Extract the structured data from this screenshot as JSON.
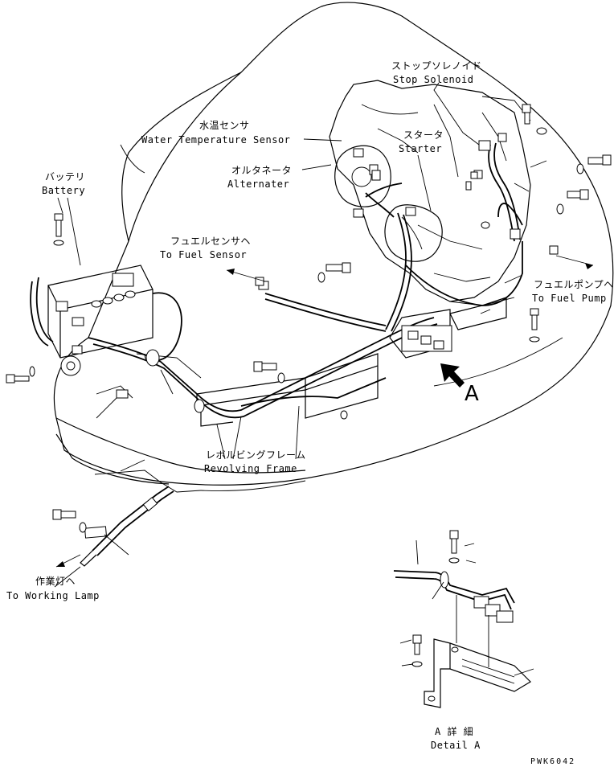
{
  "labels": {
    "stop_solenoid_jp": "ストップソレノイド",
    "stop_solenoid_en": "Stop Solenoid",
    "water_temp_jp": "水温センサ",
    "water_temp_en": "Water Temperature Sensor",
    "starter_jp": "スタータ",
    "starter_en": "Starter",
    "alternator_jp": "オルタネータ",
    "alternator_en": "Alternater",
    "battery_jp": "バッテリ",
    "battery_en": "Battery",
    "fuel_sensor_jp": "フュエルセンサヘ",
    "fuel_sensor_en": "To Fuel Sensor",
    "fuel_pump_jp": "フュエルポンプヘ",
    "fuel_pump_en": "To Fuel Pump",
    "revolving_frame_jp": "レボルビングフレーム",
    "revolving_frame_en": "Revolving Frame",
    "working_lamp_jp": "作業灯ヘ",
    "working_lamp_en": "To Working Lamp",
    "detail_ref": "A",
    "detail_jp": "A 詳 細",
    "detail_en": "Detail A",
    "drawing_code": "PWK6042"
  }
}
